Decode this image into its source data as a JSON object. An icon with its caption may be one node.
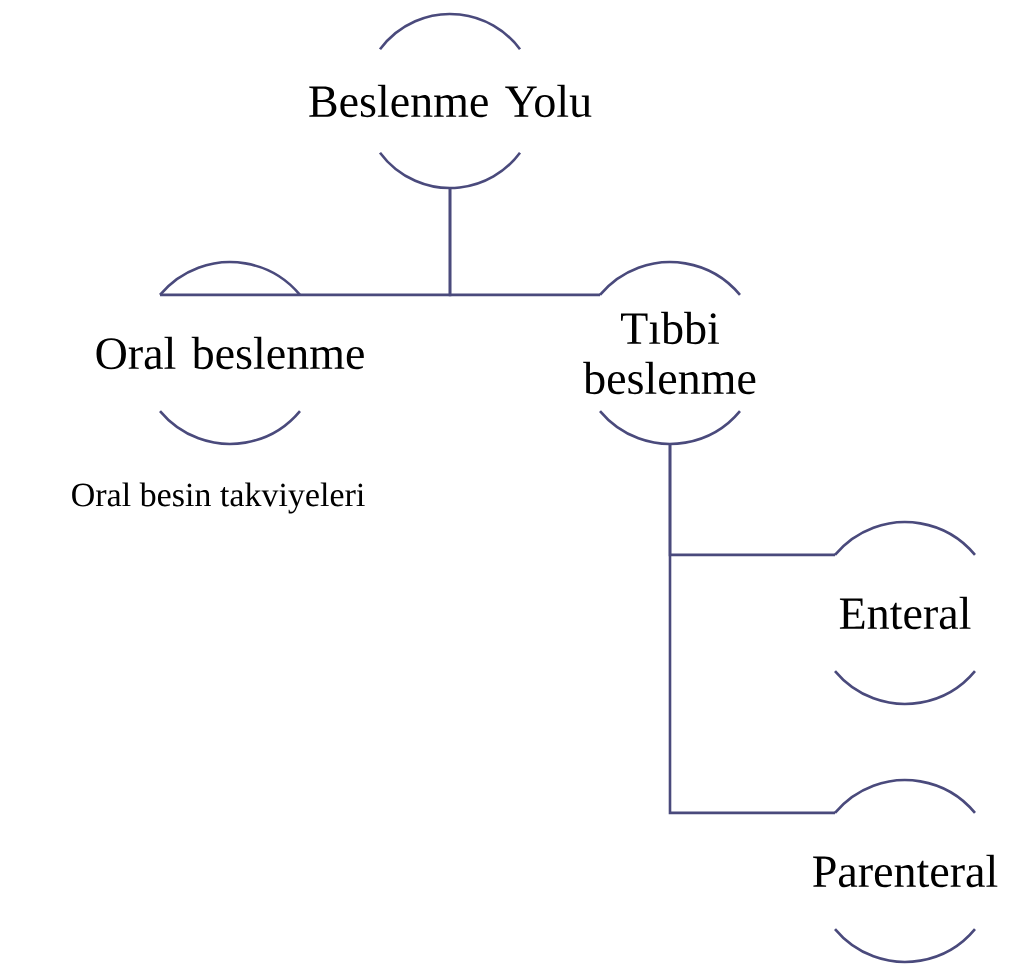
{
  "diagram": {
    "nodes": [
      {
        "text": [
          "Beslenme Yolu"
        ]
      },
      {
        "text": [
          "Oral beslenme"
        ],
        "beside": [
          "Oral besin takviyeleri"
        ]
      },
      {
        "text": [
          "Tıbbi beslenme"
        ]
      },
      {
        "text": [
          "Enteral"
        ]
      },
      {
        "text": [
          "Parenteral"
        ]
      }
    ],
    "edges": [
      {
        "from": 0,
        "to": 1,
        "arrow": "none"
      },
      {
        "from": 0,
        "to": 2,
        "arrow": "none"
      },
      {
        "from": 2,
        "to": 3,
        "arrow": "none"
      },
      {
        "from": 2,
        "to": 4,
        "arrow": "none"
      }
    ]
  }
}
